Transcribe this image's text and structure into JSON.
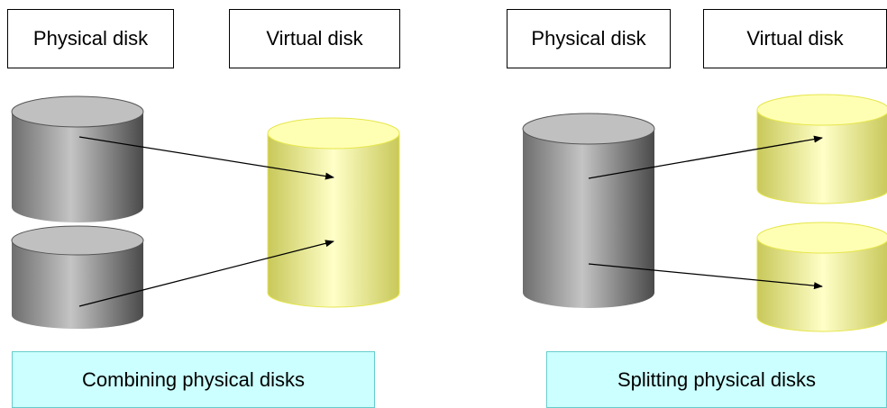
{
  "left_panel": {
    "physical_label": "Physical disk",
    "virtual_label": "Virtual disk",
    "caption": "Combining physical disks"
  },
  "right_panel": {
    "physical_label": "Physical disk",
    "virtual_label": "Virtual disk",
    "caption": "Splitting physical disks"
  },
  "colors": {
    "physical_disk": "#9a9a9a",
    "virtual_disk": "#f0f08a",
    "caption_bg": "#ccffff",
    "caption_border": "#66cccc",
    "arrow": "#000000"
  }
}
